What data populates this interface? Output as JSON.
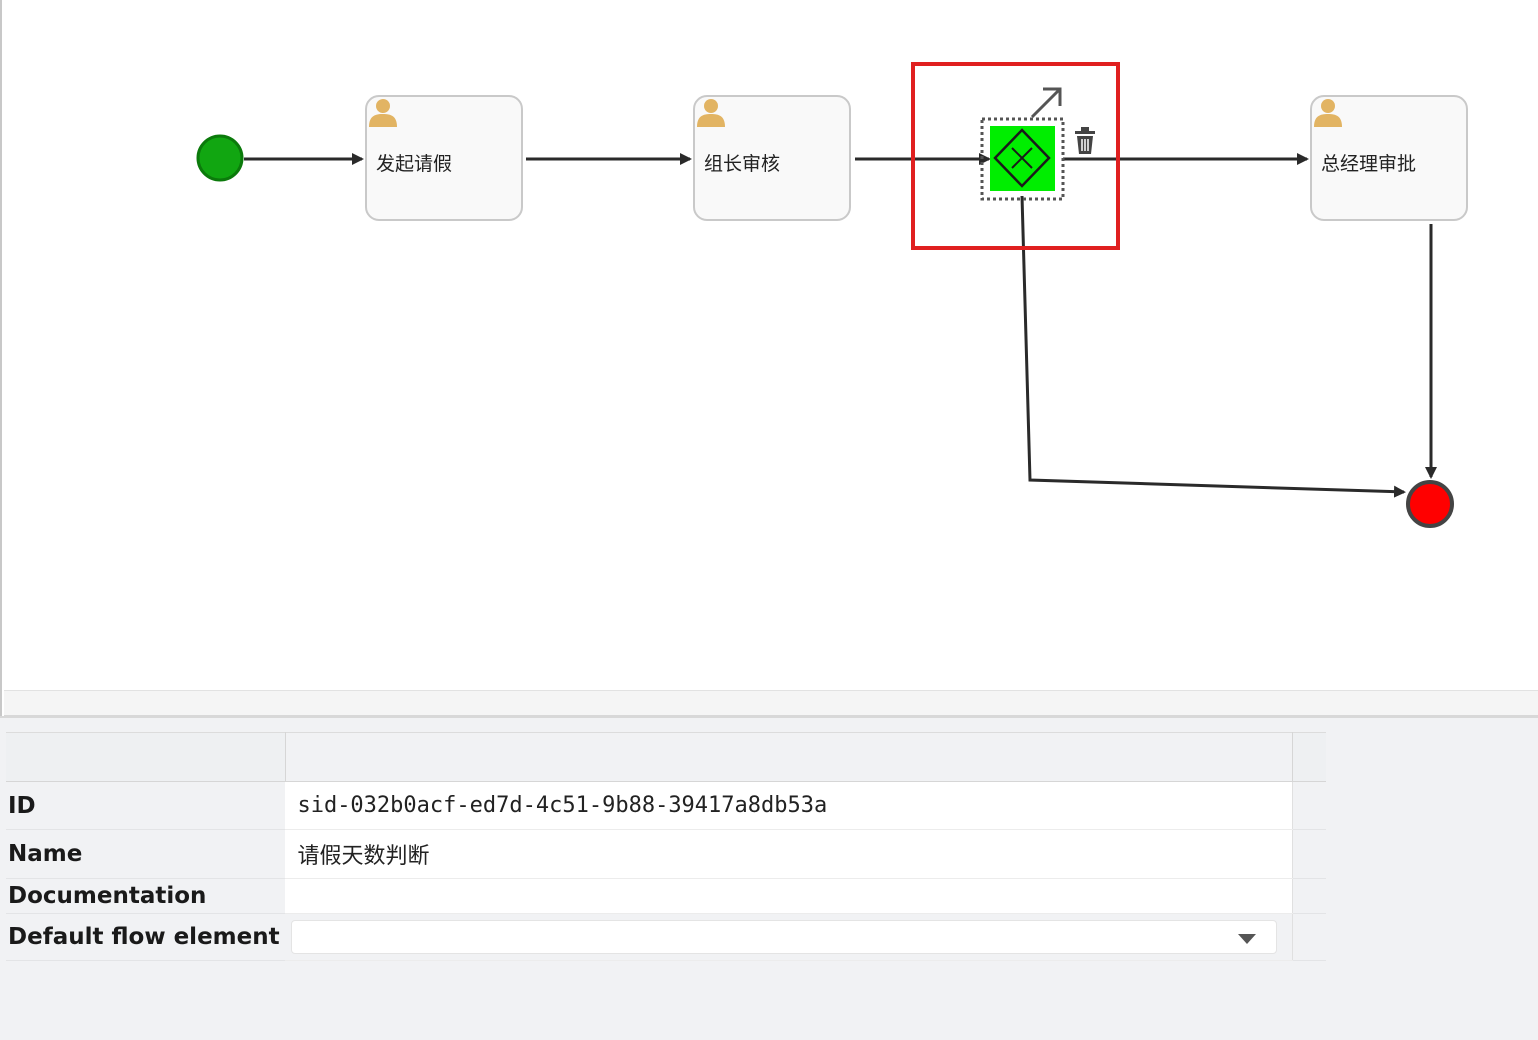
{
  "diagram": {
    "tasks": [
      {
        "label": "发起请假"
      },
      {
        "label": "组长审核"
      },
      {
        "label": "总经理审批"
      }
    ],
    "colors": {
      "start_fill": "#11a611",
      "start_stroke": "#0b7a0b",
      "end_fill": "#ff0000",
      "end_stroke": "#444444",
      "gateway_fill": "#00ee00",
      "highlight": "#e02020",
      "line": "#2a2a2a"
    },
    "gateway": {
      "icon": "exclusive-gateway-icon",
      "tools": [
        "arrow-connect-icon",
        "trash-icon"
      ]
    }
  },
  "properties": {
    "rows": [
      {
        "key": "ID",
        "value": "sid-032b0acf-ed7d-4c51-9b88-39417a8db53a"
      },
      {
        "key": "Name",
        "value": "请假天数判断"
      },
      {
        "key": "Documentation",
        "value": ""
      },
      {
        "key": "Default flow element",
        "value": ""
      }
    ]
  }
}
